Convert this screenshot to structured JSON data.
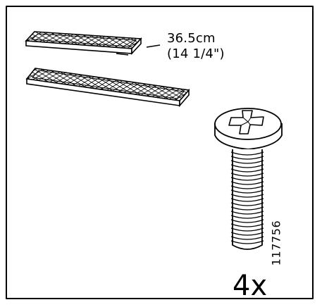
{
  "dimension": {
    "metric": "36.5cm",
    "imperial": "(14 1/4\")"
  },
  "part_number": "117756",
  "quantity": "4x",
  "icons": {
    "shelf_panels": "mesh-shelf-panels-illustration",
    "screw": "phillips-screw-illustration"
  },
  "colors": {
    "ink": "#000000",
    "paper": "#ffffff"
  }
}
